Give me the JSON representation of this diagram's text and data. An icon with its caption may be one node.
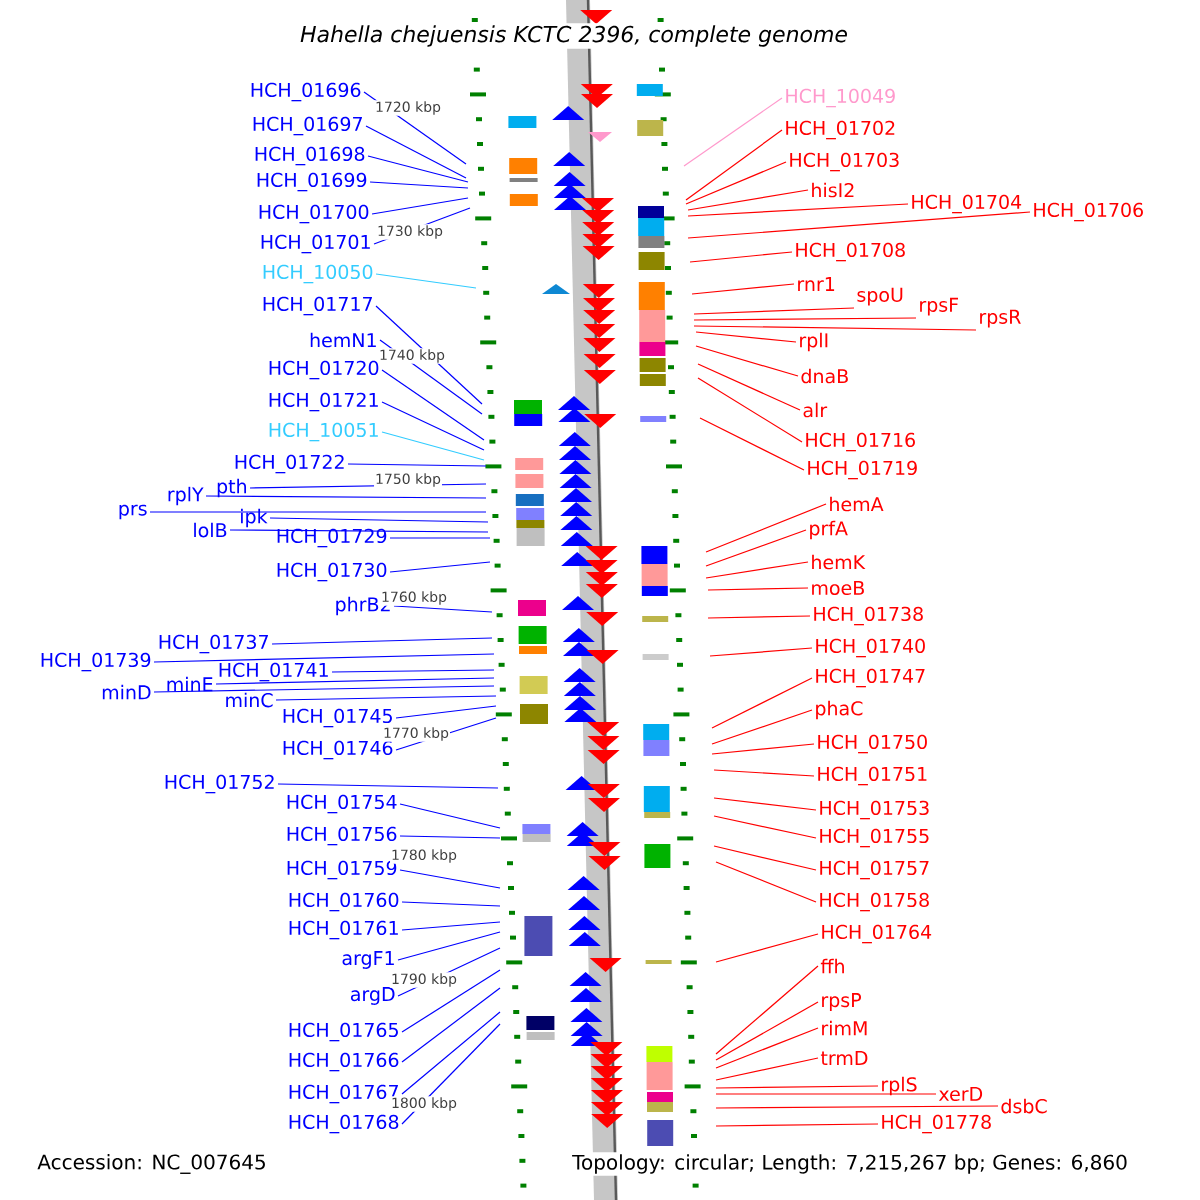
{
  "diagram": {
    "title": "Hahella chejuensis KCTC 2396, complete genome",
    "nodes": [
      {
        "text": [
          "HCH_01696"
        ]
      },
      {
        "text": [
          "HCH_01697"
        ]
      },
      {
        "text": [
          "HCH_01698"
        ]
      },
      {
        "text": [
          "HCH_01699"
        ]
      },
      {
        "text": [
          "HCH_01700"
        ]
      },
      {
        "text": [
          "HCH_01701"
        ]
      },
      {
        "text": [
          "HCH_10050"
        ]
      },
      {
        "text": [
          "HCH_01717"
        ]
      },
      {
        "text": [
          "hemN1"
        ]
      },
      {
        "text": [
          "HCH_01720"
        ]
      },
      {
        "text": [
          "HCH_01721"
        ]
      },
      {
        "text": [
          "HCH_10051"
        ]
      },
      {
        "text": [
          "HCH_01722"
        ]
      },
      {
        "text": [
          "pth"
        ]
      },
      {
        "text": [
          "rplY"
        ]
      },
      {
        "text": [
          "prs"
        ]
      },
      {
        "text": [
          "ipk"
        ]
      },
      {
        "text": [
          "lolB"
        ]
      },
      {
        "text": [
          "HCH_01729"
        ]
      },
      {
        "text": [
          "HCH_01730"
        ]
      },
      {
        "text": [
          "phrB2"
        ]
      },
      {
        "text": [
          "HCH_01737"
        ]
      },
      {
        "text": [
          "HCH_01739"
        ]
      },
      {
        "text": [
          "HCH_01741"
        ]
      },
      {
        "text": [
          "minE"
        ]
      },
      {
        "text": [
          "minD"
        ]
      },
      {
        "text": [
          "minC"
        ]
      },
      {
        "text": [
          "HCH_01745"
        ]
      },
      {
        "text": [
          "HCH_01746"
        ]
      },
      {
        "text": [
          "HCH_01752"
        ]
      },
      {
        "text": [
          "HCH_01754"
        ]
      },
      {
        "text": [
          "HCH_01756"
        ]
      },
      {
        "text": [
          "HCH_01759"
        ]
      },
      {
        "text": [
          "HCH_01760"
        ]
      },
      {
        "text": [
          "HCH_01761"
        ]
      },
      {
        "text": [
          "argF1"
        ]
      },
      {
        "text": [
          "argD"
        ]
      },
      {
        "text": [
          "HCH_01765"
        ]
      },
      {
        "text": [
          "HCH_01766"
        ]
      },
      {
        "text": [
          "HCH_01767"
        ]
      },
      {
        "text": [
          "HCH_01768"
        ]
      },
      {
        "text": [
          "HCH_10049"
        ]
      },
      {
        "text": [
          "HCH_01702"
        ]
      },
      {
        "text": [
          "HCH_01703"
        ]
      },
      {
        "text": [
          "hisI2"
        ]
      },
      {
        "text": [
          "HCH_01704"
        ]
      },
      {
        "text": [
          "HCH_01706"
        ]
      },
      {
        "text": [
          "HCH_01708"
        ]
      },
      {
        "text": [
          "rnr1"
        ]
      },
      {
        "text": [
          "spoU"
        ]
      },
      {
        "text": [
          "rpsF"
        ]
      },
      {
        "text": [
          "rpsR"
        ]
      },
      {
        "text": [
          "rplI"
        ]
      },
      {
        "text": [
          "dnaB"
        ]
      },
      {
        "text": [
          "alr"
        ]
      },
      {
        "text": [
          "HCH_01716"
        ]
      },
      {
        "text": [
          "HCH_01719"
        ]
      },
      {
        "text": [
          "hemA"
        ]
      },
      {
        "text": [
          "prfA"
        ]
      },
      {
        "text": [
          "hemK"
        ]
      },
      {
        "text": [
          "moeB"
        ]
      },
      {
        "text": [
          "HCH_01738"
        ]
      },
      {
        "text": [
          "HCH_01740"
        ]
      },
      {
        "text": [
          "HCH_01747"
        ]
      },
      {
        "text": [
          "phaC"
        ]
      },
      {
        "text": [
          "HCH_01750"
        ]
      },
      {
        "text": [
          "HCH_01751"
        ]
      },
      {
        "text": [
          "HCH_01753"
        ]
      },
      {
        "text": [
          "HCH_01755"
        ]
      },
      {
        "text": [
          "HCH_01757"
        ]
      },
      {
        "text": [
          "HCH_01758"
        ]
      },
      {
        "text": [
          "HCH_01764"
        ]
      },
      {
        "text": [
          "ffh"
        ]
      },
      {
        "text": [
          "rpsP"
        ]
      },
      {
        "text": [
          "rimM"
        ]
      },
      {
        "text": [
          "trmD"
        ]
      },
      {
        "text": [
          "rplS"
        ]
      },
      {
        "text": [
          "xerD"
        ]
      },
      {
        "text": [
          "dsbC"
        ]
      },
      {
        "text": [
          "HCH_01778"
        ]
      }
    ],
    "edges": [
      {
        "from": 0,
        "to": null,
        "arrow": "none"
      },
      {
        "from": 1,
        "to": null,
        "arrow": "none"
      },
      {
        "from": 2,
        "to": null,
        "arrow": "none"
      },
      {
        "from": 3,
        "to": null,
        "arrow": "none"
      },
      {
        "from": 4,
        "to": null,
        "arrow": "none"
      },
      {
        "from": 5,
        "to": null,
        "arrow": "none"
      },
      {
        "from": 6,
        "to": null,
        "arrow": "none",
        "color": "#33ccff"
      },
      {
        "from": 7,
        "to": null,
        "arrow": "none"
      },
      {
        "from": 8,
        "to": null,
        "arrow": "none"
      },
      {
        "from": 9,
        "to": null,
        "arrow": "none"
      },
      {
        "from": 10,
        "to": null,
        "arrow": "none"
      },
      {
        "from": 11,
        "to": null,
        "arrow": "none",
        "color": "#33ccff"
      },
      {
        "from": 12,
        "to": null,
        "arrow": "none"
      },
      {
        "from": 13,
        "to": null,
        "arrow": "none"
      },
      {
        "from": 14,
        "to": null,
        "arrow": "none"
      },
      {
        "from": 15,
        "to": null,
        "arrow": "none"
      },
      {
        "from": 16,
        "to": null,
        "arrow": "none"
      },
      {
        "from": 17,
        "to": null,
        "arrow": "none"
      },
      {
        "from": 18,
        "to": null,
        "arrow": "none"
      },
      {
        "from": 19,
        "to": null,
        "arrow": "none"
      },
      {
        "from": 20,
        "to": null,
        "arrow": "none"
      },
      {
        "from": 21,
        "to": null,
        "arrow": "none"
      },
      {
        "from": 22,
        "to": null,
        "arrow": "none"
      },
      {
        "from": 23,
        "to": null,
        "arrow": "none"
      },
      {
        "from": 24,
        "to": null,
        "arrow": "none"
      },
      {
        "from": 25,
        "to": null,
        "arrow": "none"
      },
      {
        "from": 26,
        "to": null,
        "arrow": "none"
      },
      {
        "from": 27,
        "to": null,
        "arrow": "none"
      },
      {
        "from": 28,
        "to": null,
        "arrow": "none"
      },
      {
        "from": 29,
        "to": null,
        "arrow": "none"
      },
      {
        "from": 30,
        "to": null,
        "arrow": "none"
      },
      {
        "from": 31,
        "to": null,
        "arrow": "none"
      },
      {
        "from": 32,
        "to": null,
        "arrow": "none"
      },
      {
        "from": 33,
        "to": null,
        "arrow": "none"
      },
      {
        "from": 34,
        "to": null,
        "arrow": "none"
      },
      {
        "from": 35,
        "to": null,
        "arrow": "none"
      },
      {
        "from": 36,
        "to": null,
        "arrow": "none"
      },
      {
        "from": 37,
        "to": null,
        "arrow": "none"
      },
      {
        "from": 38,
        "to": null,
        "arrow": "none"
      },
      {
        "from": 39,
        "to": null,
        "arrow": "none"
      },
      {
        "from": 40,
        "to": null,
        "arrow": "none"
      },
      {
        "from": 41,
        "to": null,
        "arrow": "none",
        "color": "#ff99cc"
      },
      {
        "from": 42,
        "to": null,
        "arrow": "none",
        "color": "#ff0000"
      },
      {
        "from": 43,
        "to": null,
        "arrow": "none",
        "color": "#ff0000"
      },
      {
        "from": 44,
        "to": null,
        "arrow": "none",
        "color": "#ff0000"
      },
      {
        "from": 45,
        "to": null,
        "arrow": "none",
        "color": "#ff0000"
      },
      {
        "from": 46,
        "to": null,
        "arrow": "none",
        "color": "#ff0000"
      },
      {
        "from": 47,
        "to": null,
        "arrow": "none",
        "color": "#ff0000"
      },
      {
        "from": 48,
        "to": null,
        "arrow": "none",
        "color": "#ff0000"
      },
      {
        "from": 49,
        "to": null,
        "arrow": "none",
        "color": "#ff0000"
      },
      {
        "from": 50,
        "to": null,
        "arrow": "none",
        "color": "#ff0000"
      },
      {
        "from": 51,
        "to": null,
        "arrow": "none",
        "color": "#ff0000"
      },
      {
        "from": 52,
        "to": null,
        "arrow": "none",
        "color": "#ff0000"
      },
      {
        "from": 53,
        "to": null,
        "arrow": "none",
        "color": "#ff0000"
      },
      {
        "from": 54,
        "to": null,
        "arrow": "none",
        "color": "#ff0000"
      },
      {
        "from": 55,
        "to": null,
        "arrow": "none",
        "color": "#ff0000"
      },
      {
        "from": 56,
        "to": null,
        "arrow": "none",
        "color": "#ff0000"
      },
      {
        "from": 57,
        "to": null,
        "arrow": "none",
        "color": "#ff0000"
      },
      {
        "from": 58,
        "to": null,
        "arrow": "none",
        "color": "#ff0000"
      },
      {
        "from": 59,
        "to": null,
        "arrow": "none",
        "color": "#ff0000"
      },
      {
        "from": 60,
        "to": null,
        "arrow": "none",
        "color": "#ff0000"
      },
      {
        "from": 61,
        "to": null,
        "arrow": "none",
        "color": "#ff0000"
      },
      {
        "from": 62,
        "to": null,
        "arrow": "none",
        "color": "#ff0000"
      },
      {
        "from": 63,
        "to": null,
        "arrow": "none",
        "color": "#ff0000"
      },
      {
        "from": 64,
        "to": null,
        "arrow": "none",
        "color": "#ff0000"
      },
      {
        "from": 65,
        "to": null,
        "arrow": "none",
        "color": "#ff0000"
      },
      {
        "from": 66,
        "to": null,
        "arrow": "none",
        "color": "#ff0000"
      },
      {
        "from": 67,
        "to": null,
        "arrow": "none",
        "color": "#ff0000"
      },
      {
        "from": 68,
        "to": null,
        "arrow": "none",
        "color": "#ff0000"
      },
      {
        "from": 69,
        "to": null,
        "arrow": "none",
        "color": "#ff0000"
      },
      {
        "from": 70,
        "to": null,
        "arrow": "none",
        "color": "#ff0000"
      },
      {
        "from": 71,
        "to": null,
        "arrow": "none",
        "color": "#ff0000"
      },
      {
        "from": 72,
        "to": null,
        "arrow": "none",
        "color": "#ff0000"
      },
      {
        "from": 73,
        "to": null,
        "arrow": "none",
        "color": "#ff0000"
      },
      {
        "from": 74,
        "to": null,
        "arrow": "none",
        "color": "#ff0000"
      },
      {
        "from": 75,
        "to": null,
        "arrow": "none",
        "color": "#ff0000"
      },
      {
        "from": 76,
        "to": null,
        "arrow": "none",
        "color": "#ff0000"
      },
      {
        "from": 77,
        "to": null,
        "arrow": "none",
        "color": "#ff0000"
      },
      {
        "from": 78,
        "to": null,
        "arrow": "none",
        "color": "#ff0000"
      },
      {
        "from": 79,
        "to": null,
        "arrow": "none",
        "color": "#ff0000"
      }
    ],
    "labels": [
      "1720 kbp",
      "1730 kbp",
      "1740 kbp",
      "1750 kbp",
      "1760 kbp",
      "1770 kbp",
      "1780 kbp",
      "1790 kbp",
      "1800 kbp",
      "Accession: NC_007645",
      "Topology: circular; Length: 7,215,267 bp; Genes: 6,860"
    ]
  }
}
